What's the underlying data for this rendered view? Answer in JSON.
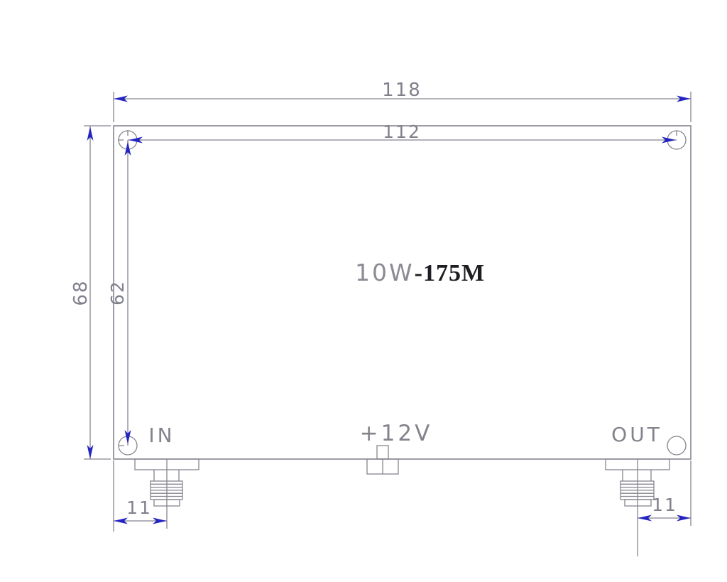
{
  "drawing": {
    "kind": "technical-dimension-drawing",
    "title": {
      "light_part": "10W",
      "dark_part": "-175M",
      "full": "10W-175M"
    },
    "labels": {
      "input": "IN",
      "output": "OUT",
      "power": "+12V"
    },
    "dimensions": {
      "overall_width": "118",
      "hole_spacing_width": "112",
      "overall_height": "68",
      "hole_spacing_height": "62",
      "in_connector_offset": "11",
      "out_connector_offset": "11"
    },
    "colors": {
      "background": "#ffffff",
      "outline_gray": "#7d7d87",
      "dimension_text_gray": "#80808c",
      "arrow_blue": "#2424c2",
      "title_dark": "#1e1e22",
      "title_light": "#8b8b95"
    }
  }
}
